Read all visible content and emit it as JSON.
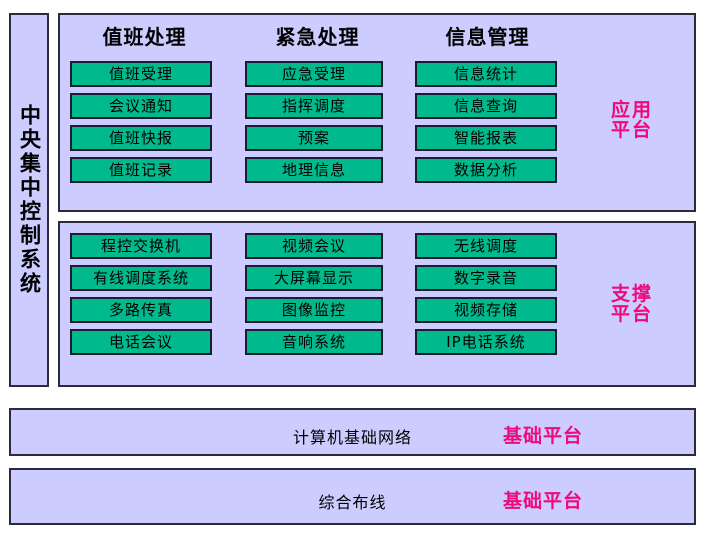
{
  "diagram": {
    "sidebar": {
      "label": "中央集中控制系统"
    },
    "panels": [
      {
        "id": "application",
        "tag": "应用\n平台",
        "headers": [
          "值班处理",
          "紧急处理",
          "信息管理"
        ],
        "rows": [
          [
            "值班受理",
            "应急受理",
            "信息统计"
          ],
          [
            "会议通知",
            "指挥调度",
            "信息查询"
          ],
          [
            "值班快报",
            "预案",
            "智能报表"
          ],
          [
            "值班记录",
            "地理信息",
            "数据分析"
          ]
        ]
      },
      {
        "id": "support",
        "tag": "支撑\n平台",
        "headers": [
          "",
          "",
          ""
        ],
        "rows": [
          [
            "程控交换机",
            "视频会议",
            "无线调度"
          ],
          [
            "有线调度系统",
            "大屏幕显示",
            "数字录音"
          ],
          [
            "多路传真",
            "图像监控",
            "视频存储"
          ],
          [
            "电话会议",
            "音响系统",
            "IP电话系统"
          ]
        ]
      }
    ],
    "bars": [
      {
        "id": "network",
        "title": "计算机基础网络",
        "tag": "基础平台"
      },
      {
        "id": "cabling",
        "title": "综合布线",
        "tag": "基础平台"
      }
    ],
    "colors": {
      "panel_background": "#ccccff",
      "cell_fill": "#00b98c",
      "border": "#2b2b3d",
      "tag_text": "#ee0a7a",
      "page_background": "#ffffff"
    }
  }
}
